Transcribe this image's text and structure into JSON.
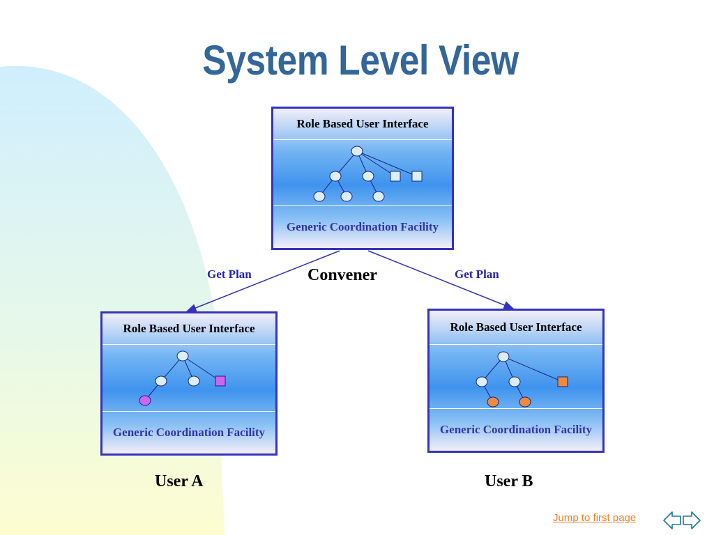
{
  "title": "System Level View",
  "convener": {
    "header": "Role Based User Interface",
    "footer": "Generic Coordination Facility",
    "label": "Convener"
  },
  "user_a": {
    "header": "Role Based User Interface",
    "footer": "Generic Coordination Facility",
    "label": "User A"
  },
  "user_b": {
    "header": "Role Based User Interface",
    "footer": "Generic Coordination Facility",
    "label": "User B"
  },
  "edges": {
    "left": "Get Plan",
    "right": "Get Plan"
  },
  "footer_link": "Jump to first page",
  "icons": {
    "prev": "arrow-left-icon",
    "next": "arrow-right-icon"
  },
  "colors": {
    "title": "#336699",
    "box_border": "#3333bb",
    "edge": "#3333bb",
    "edge_label": "#2222bb",
    "tree_node": "#dceefa",
    "user_a_highlight": "#cc66ee",
    "user_b_highlight": "#f08a3c",
    "link": "#ff7a22"
  }
}
